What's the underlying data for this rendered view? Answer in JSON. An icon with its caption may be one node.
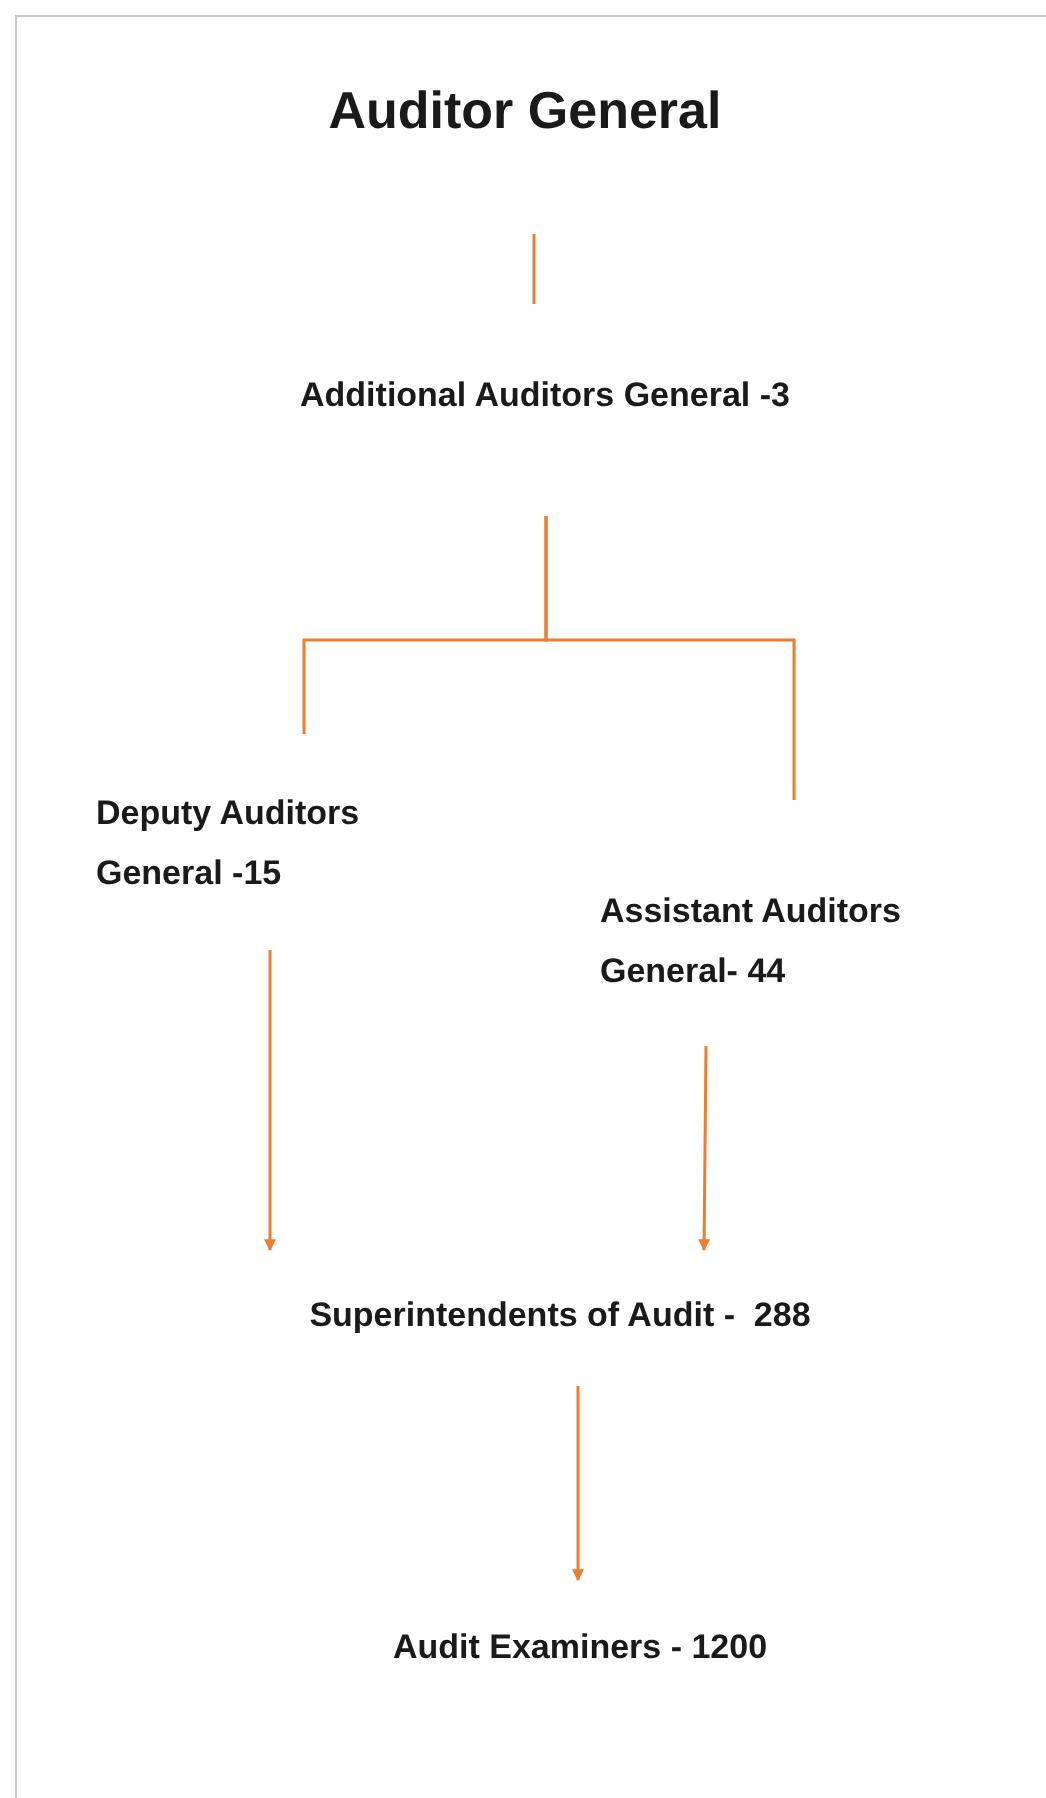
{
  "diagram": {
    "nodes": [
      {
        "text": [
          "Auditor General"
        ]
      },
      {
        "text": [
          "Additional Auditors General -3"
        ]
      },
      {
        "text": [
          "Deputy Auditors General -15"
        ]
      },
      {
        "text": [
          "Assistant Auditors General- 44"
        ]
      },
      {
        "text": [
          "Superintendents of Audit -  288"
        ]
      },
      {
        "text": [
          "Audit Examiners - 1200"
        ]
      }
    ],
    "edges": [
      {
        "from": 0,
        "to": 1,
        "arrow": "none"
      },
      {
        "from": 1,
        "to": 2,
        "arrow": "none"
      },
      {
        "from": 1,
        "to": 3,
        "arrow": "none"
      },
      {
        "from": 2,
        "to": 4,
        "arrow": "to"
      },
      {
        "from": 3,
        "to": 4,
        "arrow": "to"
      },
      {
        "from": 4,
        "to": 5,
        "arrow": "to"
      }
    ]
  }
}
